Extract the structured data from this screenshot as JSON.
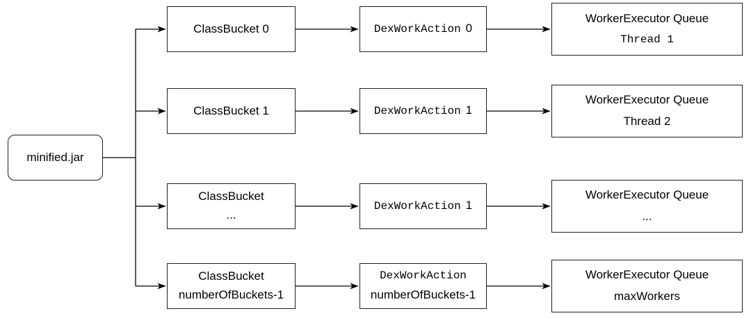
{
  "diagram": {
    "source_label": "minified.jar",
    "rows": [
      {
        "bucket": {
          "line1": "ClassBucket 0"
        },
        "action": {
          "name": "DexWorkAction",
          "num": "0"
        },
        "worker": {
          "line1": "WorkerExecutor Queue",
          "line2": "Thread 1"
        }
      },
      {
        "bucket": {
          "line1": "ClassBucket 1"
        },
        "action": {
          "name": "DexWorkAction",
          "num": "1"
        },
        "worker": {
          "line1": "WorkerExecutor Queue",
          "line2": "Thread 2"
        }
      },
      {
        "bucket": {
          "line1": "ClassBucket",
          "line2": "..."
        },
        "action": {
          "name": "DexWorkAction",
          "num": "1"
        },
        "worker": {
          "line1": "WorkerExecutor Queue",
          "line2": "..."
        }
      },
      {
        "bucket": {
          "line1": "ClassBucket",
          "line2": "numberOfBuckets-1"
        },
        "action": {
          "name": "DexWorkAction",
          "line2": "numberOfBuckets-1"
        },
        "worker": {
          "line1": "WorkerExecutor Queue",
          "line2": "maxWorkers"
        }
      }
    ],
    "colors": {
      "stroke": "#000000",
      "background": "#ffffff"
    }
  }
}
